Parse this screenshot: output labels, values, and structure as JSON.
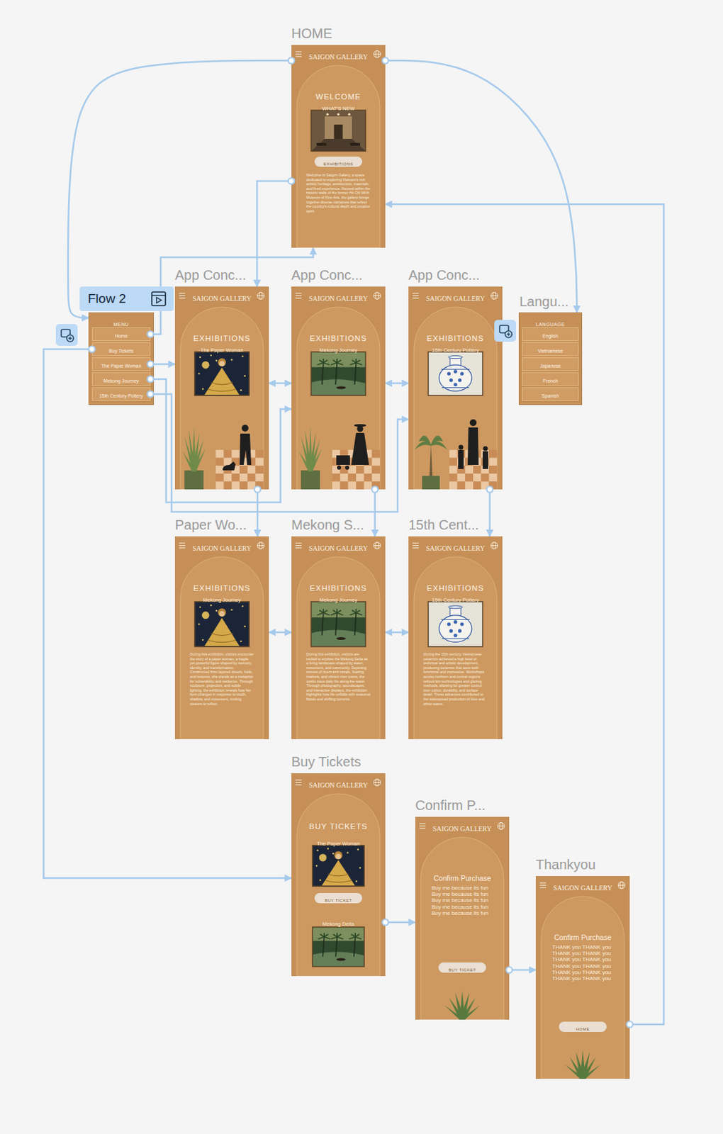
{
  "diagram": {
    "nodes": [
      {
        "text": [
          "HOME",
          "SAIGON GALLERY",
          "WELCOME",
          "WHAT'S NEW",
          "EXHIBITIONS",
          "Welcome to Saigon Gallery, a space dedicated to exploring Vietnam's rich artistic heritage, architecture, materials, and lived experience. Housed within the historic walls of the former Ho Chi Minh Museum of Fine Arts, the gallery brings together diverse narratives that reflect the country's cultural depth and creative spirit."
        ]
      },
      {
        "text": [
          "MENU"
        ]
      },
      {
        "text": [
          "Home"
        ],
        "in": 1
      },
      {
        "text": [
          "Buy Tickets"
        ],
        "in": 1
      },
      {
        "text": [
          "The Paper Woman"
        ],
        "in": 1
      },
      {
        "text": [
          "Mekong Journey"
        ],
        "in": 1
      },
      {
        "text": [
          "15th Century Pottery"
        ],
        "in": 1
      },
      {
        "text": [
          "App Conc...",
          "SAIGON GALLERY",
          "EXHIBITIONS",
          "The Paper Woman"
        ]
      },
      {
        "text": [
          "App Conc...",
          "SAIGON GALLERY",
          "EXHIBITIONS",
          "Mekong Journey"
        ]
      },
      {
        "text": [
          "App Conc...",
          "SAIGON GALLERY",
          "EXHIBITIONS",
          "15th Century Pottery"
        ]
      },
      {
        "text": [
          "Langu...",
          "LANGUAGE"
        ]
      },
      {
        "text": [
          "English"
        ],
        "in": 10
      },
      {
        "text": [
          "Vietnamese"
        ],
        "in": 10
      },
      {
        "text": [
          "Japanese"
        ],
        "in": 10
      },
      {
        "text": [
          "French"
        ],
        "in": 10
      },
      {
        "text": [
          "Spanish"
        ],
        "in": 10
      },
      {
        "text": [
          "Paper Wo...",
          "SAIGON GALLERY",
          "EXHIBITIONS",
          "Mekong Journey",
          "During this exhibition, visitors encounter the story of a paper woman, a fragile yet powerful figure shaped by memory, identity, and transformation. Constructed from layered sheets, folds, and textures, she stands as a metaphor for vulnerability and resilience. Through sculpture, projection, and subtle lighting, the exhibition reveals how her form changes in response to touch, shadow, and movement, inviting viewers to reflect."
        ]
      },
      {
        "text": [
          "Mekong S...",
          "SAIGON GALLERY",
          "EXHIBITIONS",
          "Mekong Journey",
          "During this exhibition, visitors are invited to explore the Mekong Delta as a living landscape shaped by water, movement, and community. Depicting scenes of rivers and canals, floating markets, and vibrant river towns, the works trace daily life along the water. Through photography, soundscapes, and interactive displays, the exhibition highlights how life unfolds with seasonal floods and shifting currents."
        ]
      },
      {
        "text": [
          "15th Cent...",
          "SAIGON GALLERY",
          "EXHIBITIONS",
          "15th Century Pottery",
          "During the 15th century, Vietnamese ceramics achieved a high level of technical and artistic development, producing ceramics that were both functional and expressive. Workshops across northern and central regions refined kiln technologies and glazing methods, allowing for greater control over colour, durability, and surface detail. These advances contributed to the widespread production of blue and white wares."
        ]
      },
      {
        "text": [
          "Buy Tickets",
          "SAIGON GALLERY",
          "BUY TICKETS",
          "The Paper Woman",
          "BUY TICKET",
          "Mekong Delta"
        ]
      },
      {
        "text": [
          "Confirm P...",
          "SAIGON GALLERY",
          "Confirm Purchase",
          "Buy me because its fun Buy me because its fun Buy me because its fun Buy me because its fun Buy me because its fun",
          "BUY TICKET"
        ]
      },
      {
        "text": [
          "Thankyou",
          "SAIGON GALLERY",
          "Confirm Purchase",
          "THANK you THANK you THANK you THANK you THANK you THANK you THANK you THANK you THANK you THANK you THANK you THANK you",
          "HOME"
        ]
      }
    ],
    "edges": [
      {
        "from": 0,
        "to": 1,
        "arrow": "to"
      },
      {
        "from": 0,
        "to": 10,
        "arrow": "to"
      },
      {
        "from": 0,
        "to": 7,
        "arrow": "to"
      },
      {
        "from": 2,
        "to": 0,
        "arrow": "to"
      },
      {
        "from": 3,
        "to": 19,
        "arrow": "to"
      },
      {
        "from": 4,
        "to": 7,
        "arrow": "to"
      },
      {
        "from": 5,
        "to": 8,
        "arrow": "to"
      },
      {
        "from": 6,
        "to": 9,
        "arrow": "to"
      },
      {
        "from": 7,
        "to": 8,
        "arrow": "both"
      },
      {
        "from": 8,
        "to": 9,
        "arrow": "both"
      },
      {
        "from": 7,
        "to": 16,
        "arrow": "to"
      },
      {
        "from": 8,
        "to": 17,
        "arrow": "to"
      },
      {
        "from": 9,
        "to": 18,
        "arrow": "to"
      },
      {
        "from": 16,
        "to": 17,
        "arrow": "both"
      },
      {
        "from": 17,
        "to": 18,
        "arrow": "both"
      },
      {
        "from": 19,
        "to": 20,
        "arrow": "to"
      },
      {
        "from": 20,
        "to": 21,
        "arrow": "to"
      },
      {
        "from": 21,
        "to": 0,
        "arrow": "to"
      }
    ],
    "labels": [
      "Flow 2"
    ]
  }
}
